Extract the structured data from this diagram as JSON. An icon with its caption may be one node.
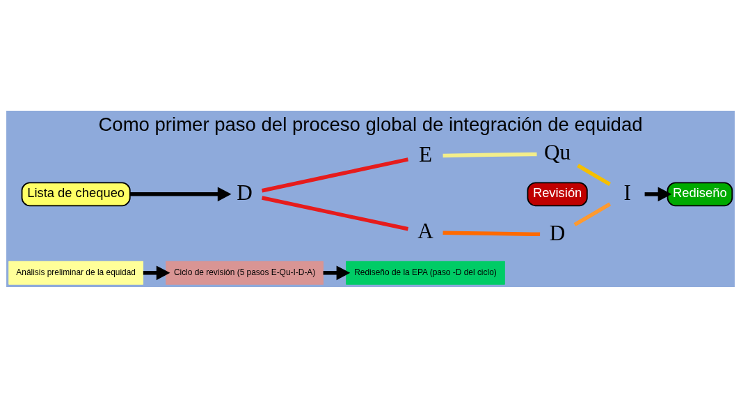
{
  "diagram": {
    "title": "Como primer paso del proceso global de integración de equidad",
    "nodes": [
      {
        "text": [
          "Análisis preliminar de la equidad"
        ]
      },
      {
        "text": [
          "Ciclo de revisión (5 pasos E-Qu-I-D-A)"
        ]
      },
      {
        "text": [
          "Rediseño de la EPA (paso -D del ciclo)"
        ]
      },
      {
        "text": [
          "Lista de chequeo"
        ]
      },
      {
        "text": [
          "D"
        ]
      },
      {
        "text": [
          "E"
        ]
      },
      {
        "text": [
          "Qu"
        ]
      },
      {
        "text": [
          "I"
        ]
      },
      {
        "text": [
          "D"
        ]
      },
      {
        "text": [
          "A"
        ]
      },
      {
        "text": [
          "Revisión"
        ]
      },
      {
        "text": [
          "Rediseño"
        ]
      }
    ],
    "edges": [
      {
        "from": 0,
        "to": 1,
        "arrow": "to"
      },
      {
        "from": 1,
        "to": 2,
        "arrow": "to"
      },
      {
        "from": 3,
        "to": 4,
        "arrow": "to"
      },
      {
        "from": 7,
        "to": 11,
        "arrow": "to"
      },
      {
        "from": 4,
        "to": 5,
        "arrow": "none",
        "color": "#e61c1c"
      },
      {
        "from": 5,
        "to": 6,
        "arrow": "none",
        "color": "#f3ee8a"
      },
      {
        "from": 6,
        "to": 7,
        "arrow": "none",
        "color": "#f5bf00"
      },
      {
        "from": 7,
        "to": 8,
        "arrow": "none",
        "color": "#ff9a30"
      },
      {
        "from": 8,
        "to": 9,
        "arrow": "none",
        "color": "#ff6a00"
      },
      {
        "from": 9,
        "to": 4,
        "arrow": "none",
        "color": "#e61c1c"
      }
    ]
  }
}
